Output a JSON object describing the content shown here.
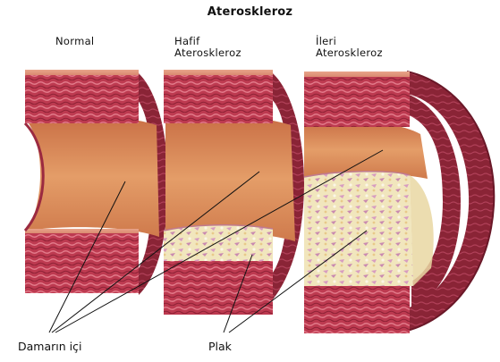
{
  "title": "Ateroskleroz",
  "stages": [
    {
      "line1": "Normal",
      "line2": ""
    },
    {
      "line1": "Hafif",
      "line2": "Ateroskleroz"
    },
    {
      "line1": "İleri",
      "line2": "Ateroskleroz"
    }
  ],
  "labels": {
    "lumen": "Damarın içi",
    "plaque": "Plak"
  },
  "colors": {
    "wall": "#b0344a",
    "wall_dark": "#7e1f30",
    "lumen": "#d98855",
    "plaque": "#efe3b4"
  }
}
